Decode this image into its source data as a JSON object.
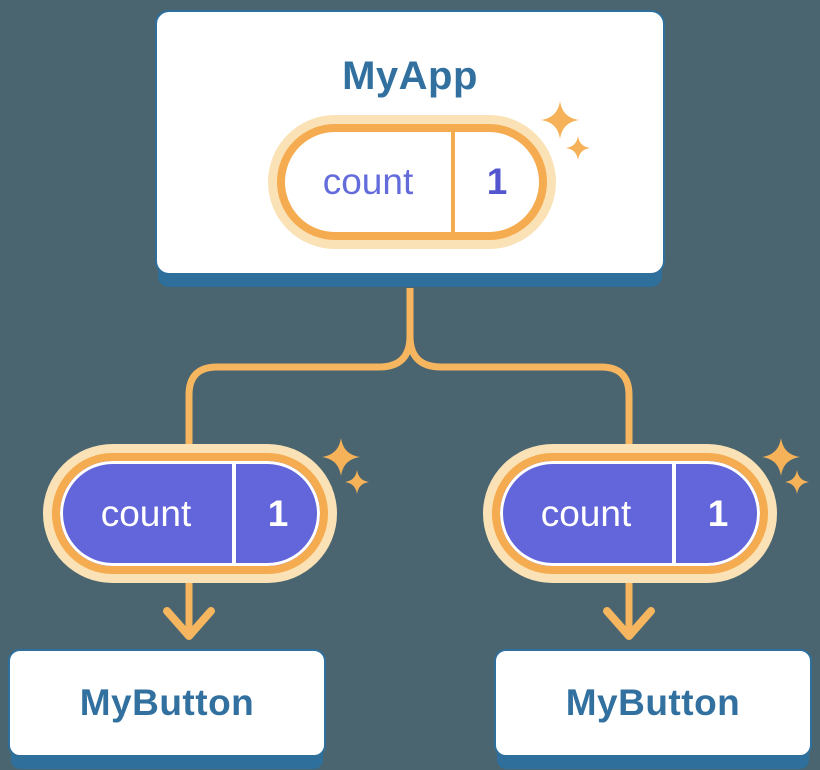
{
  "diagram": {
    "root": {
      "title": "MyApp",
      "state": {
        "label": "count",
        "value": "1"
      }
    },
    "children": [
      {
        "title": "MyButton",
        "state": {
          "label": "count",
          "value": "1"
        }
      },
      {
        "title": "MyButton",
        "state": {
          "label": "count",
          "value": "1"
        }
      }
    ],
    "icons": {
      "sparkle": "sparkle-icon",
      "arrow": "arrow-down-icon"
    },
    "colors": {
      "background": "#4A656F",
      "card_background": "#FFFFFF",
      "card_border_blue": "#2E6F9C",
      "title_blue": "#31709F",
      "connector_orange": "#F6B55F",
      "pill_ring_orange": "#F5AB4F",
      "pill_halo_cream": "#FBE2B6",
      "pill_purple": "#6366DA",
      "pill_text_purple": "#646CDC",
      "pill_value_purple": "#5356CF",
      "sparkle_orange": "#F5B258"
    }
  }
}
